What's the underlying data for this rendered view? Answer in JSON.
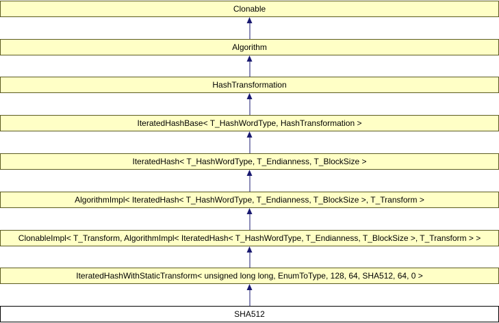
{
  "diagram": {
    "kind": "class-inheritance",
    "arrow_direction": "up",
    "colors": {
      "node_fill": "#ffffc6",
      "current_node_fill": "#ffffff",
      "node_border": "#5a5a20",
      "current_node_border": "#000000",
      "edge": "#191970",
      "text": "#000000",
      "background": "#ffffff"
    },
    "nodes": [
      {
        "label": "Clonable"
      },
      {
        "label": "Algorithm"
      },
      {
        "label": "HashTransformation"
      },
      {
        "label": "IteratedHashBase< T_HashWordType, HashTransformation >"
      },
      {
        "label": "IteratedHash< T_HashWordType, T_Endianness, T_BlockSize >"
      },
      {
        "label": "AlgorithmImpl< IteratedHash< T_HashWordType, T_Endianness, T_BlockSize >, T_Transform >"
      },
      {
        "label": "ClonableImpl< T_Transform, AlgorithmImpl< IteratedHash< T_HashWordType, T_Endianness, T_BlockSize >, T_Transform > >"
      },
      {
        "label": "IteratedHashWithStaticTransform< unsigned long long, EnumToType, 128, 64, SHA512, 64, 0 >"
      },
      {
        "label": "SHA512",
        "current": true
      }
    ],
    "edges": [
      {
        "from": 8,
        "to": 7
      },
      {
        "from": 7,
        "to": 6
      },
      {
        "from": 6,
        "to": 5
      },
      {
        "from": 5,
        "to": 4
      },
      {
        "from": 4,
        "to": 3
      },
      {
        "from": 3,
        "to": 2
      },
      {
        "from": 2,
        "to": 1
      },
      {
        "from": 1,
        "to": 0
      }
    ]
  }
}
